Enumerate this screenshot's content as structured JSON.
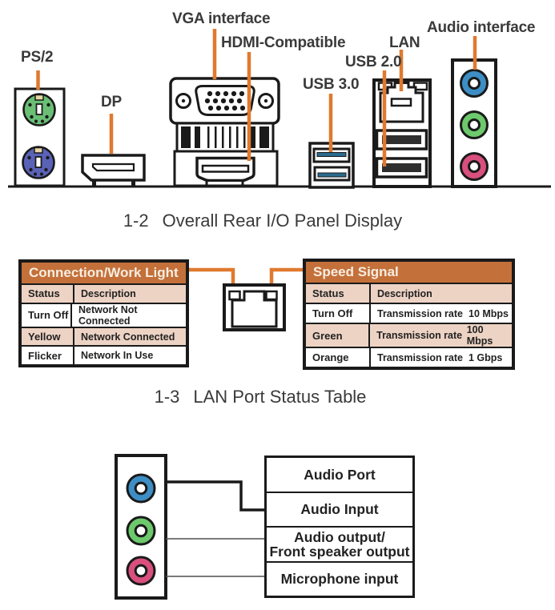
{
  "colors": {
    "accent_orange": "#E0792F",
    "table_header_bg": "#C4703A",
    "table_header_text": "#F7EEE2",
    "table_alt_row_bg": "#EDD3C4",
    "outline_black": "#1a1a1a",
    "jack_blue": "#3D8EC5",
    "jack_green": "#6CC96C",
    "jack_pink": "#D94F7D",
    "ps2_green": "#6ABF75",
    "ps2_purple": "#5A62B8",
    "usb3_blue": "#2A6B8D"
  },
  "icons": {
    "ps2_ports": "ps2-ports-icon",
    "dp_port": "dp-port-icon",
    "vga_port": "vga-port-icon",
    "hdmi_port": "hdmi-port-icon",
    "usb3_ports": "usb3-ports-icon",
    "lan_port": "lan-port-icon",
    "usb2_ports": "usb2-ports-icon",
    "audio_jacks": "audio-jacks-icon",
    "rj45_jack": "rj45-jack-icon"
  },
  "rear_io_panel": {
    "labels": {
      "ps2": "PS/2",
      "dp": "DP",
      "vga": "VGA interface",
      "hdmi": "HDMI-Compatible",
      "usb3": "USB 3.0",
      "usb2": "USB 2.0",
      "lan": "LAN",
      "audio": "Audio interface"
    },
    "caption_number": "1-2",
    "caption_text": "Overall Rear I/O Panel Display"
  },
  "lan_port_status": {
    "connection_table": {
      "title": "Connection/Work Light",
      "col_status": "Status",
      "col_description": "Description",
      "rows": [
        {
          "status": "Turn Off",
          "description": "Network Not Connected"
        },
        {
          "status": "Yellow",
          "description": "Network Connected"
        },
        {
          "status": "Flicker",
          "description": "Network In Use"
        }
      ]
    },
    "speed_table": {
      "title": "Speed Signal",
      "col_status": "Status",
      "col_description": "Description",
      "rows": [
        {
          "status": "Turn Off",
          "description": "Transmission rate",
          "rate": "10 Mbps"
        },
        {
          "status": "Green",
          "description": "Transmission rate",
          "rate": "100 Mbps"
        },
        {
          "status": "Orange",
          "description": "Transmission rate",
          "rate": "1 Gbps"
        }
      ]
    },
    "caption_number": "1-3",
    "caption_text": "LAN Port Status Table"
  },
  "audio_port_table": {
    "rows": [
      {
        "line1": "Audio Port"
      },
      {
        "line1": "Audio Input"
      },
      {
        "line1": "Audio output/",
        "line2": "Front speaker output"
      },
      {
        "line1": "Microphone input"
      }
    ]
  }
}
